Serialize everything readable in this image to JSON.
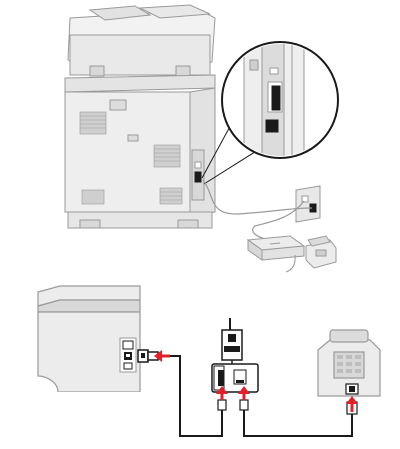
{
  "figure": {
    "top_view": {
      "elements": [
        "printer",
        "wall-jack",
        "phone-line-cable",
        "dsl-filter",
        "telephone",
        "zoom-callout"
      ]
    },
    "bottom_view": {
      "elements": [
        "printer-side",
        "printer-port-panel",
        "adapter",
        "filter-splitter",
        "telephone",
        "red-arrows"
      ]
    },
    "colors": {
      "outline": "#9a9a9a",
      "fill_light": "#ececec",
      "fill_mid": "#d8d8d8",
      "black": "#1a1a1a",
      "arrow_red": "#e3202a"
    }
  }
}
